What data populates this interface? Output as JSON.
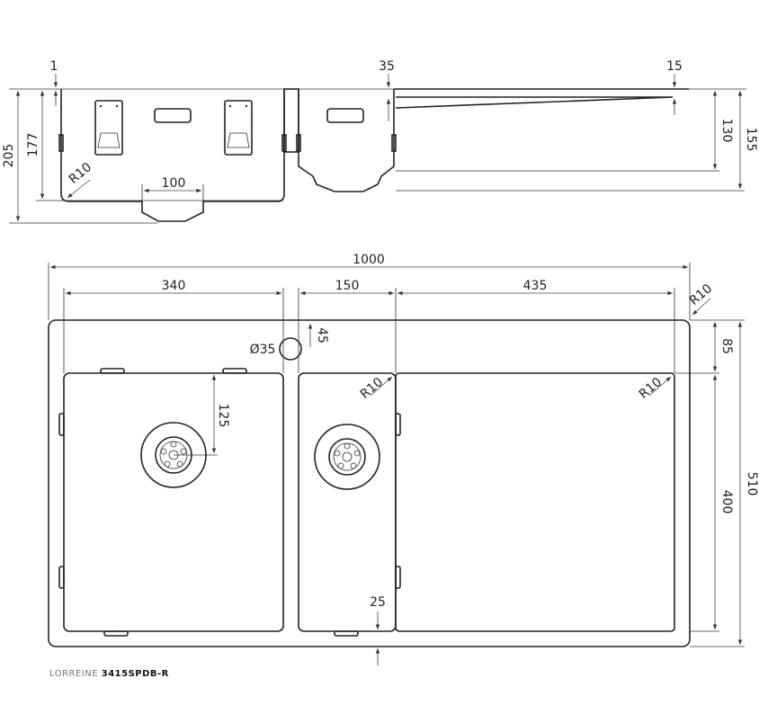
{
  "product": {
    "brand": "LORREINE",
    "model": "3415SPDB-R"
  },
  "dimensions": {
    "top_1": "1",
    "top_35": "35",
    "top_15": "15",
    "h_205": "205",
    "h_177": "177",
    "h_130": "130",
    "h_155": "155",
    "outlet_100": "100",
    "radius_side": "R10",
    "overall_width": "1000",
    "bowl_large": "340",
    "bowl_small": "150",
    "drainer": "435",
    "radius_corner": "R10",
    "tap_hole": "Ø35",
    "tap_offset": "45",
    "waste_offset": "125",
    "radius_inner_1": "R10",
    "radius_inner_2": "R10",
    "top_gap": "85",
    "inner_depth": "400",
    "overall_depth": "510",
    "rim": "25"
  }
}
